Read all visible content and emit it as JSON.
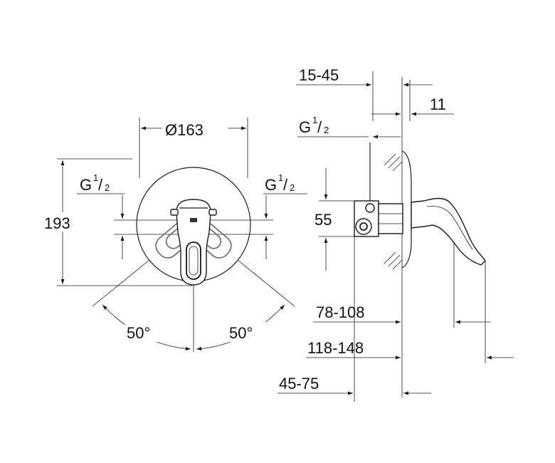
{
  "front_view": {
    "diameter_label": "Ø163",
    "height_label": "193",
    "thread_left": {
      "base": "G",
      "num": "1",
      "den": "2"
    },
    "thread_right": {
      "base": "G",
      "num": "1",
      "den": "2"
    },
    "angle_left": "50°",
    "angle_right": "50°"
  },
  "side_view": {
    "wall_range": "15-45",
    "plate_offset": "11",
    "thread": {
      "base": "G",
      "num": "1",
      "den": "2"
    },
    "spacing": "55",
    "depth_short": "78-108",
    "depth_long": "118-148",
    "body_depth": "45-75"
  }
}
